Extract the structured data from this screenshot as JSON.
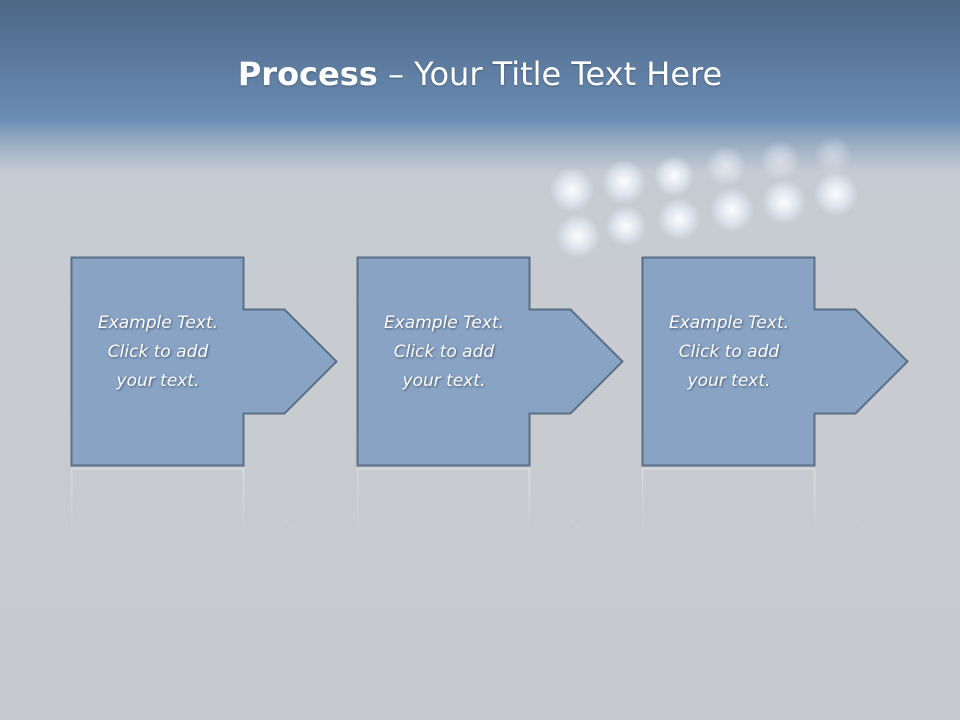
{
  "slide": {
    "title_bold": "Process",
    "title_rest": " – Your Title Text Here"
  },
  "steps": [
    {
      "line1": "Example Text.",
      "line2": "Click  to add",
      "line3": "your text."
    },
    {
      "line1": "Example Text.",
      "line2": "Click  to add",
      "line3": "your text."
    },
    {
      "line1": "Example Text.",
      "line2": "Click  to add",
      "line3": "your text."
    }
  ],
  "colors": {
    "box_fill": "#88a3c4",
    "box_stroke": "#5d6f86"
  }
}
